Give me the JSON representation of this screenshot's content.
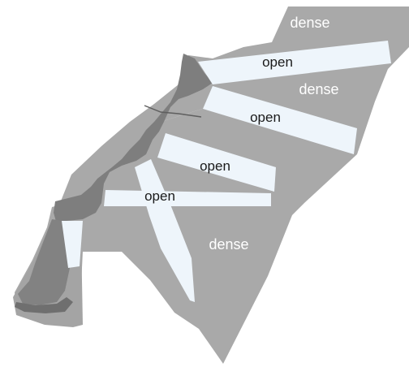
{
  "labels": {
    "dense_top": "dense",
    "dense_right": "dense",
    "dense_lower": "dense",
    "open_1": "open",
    "open_2": "open",
    "open_3": "open",
    "open_4": "open"
  },
  "colors": {
    "background": "#ffffff",
    "dense_region": "#a8a8a8",
    "rock_outcrop": "#7d7d7d",
    "open_path": "#eef5fb",
    "open_text": "#1a1a1a",
    "dense_text": "#ffffff"
  }
}
